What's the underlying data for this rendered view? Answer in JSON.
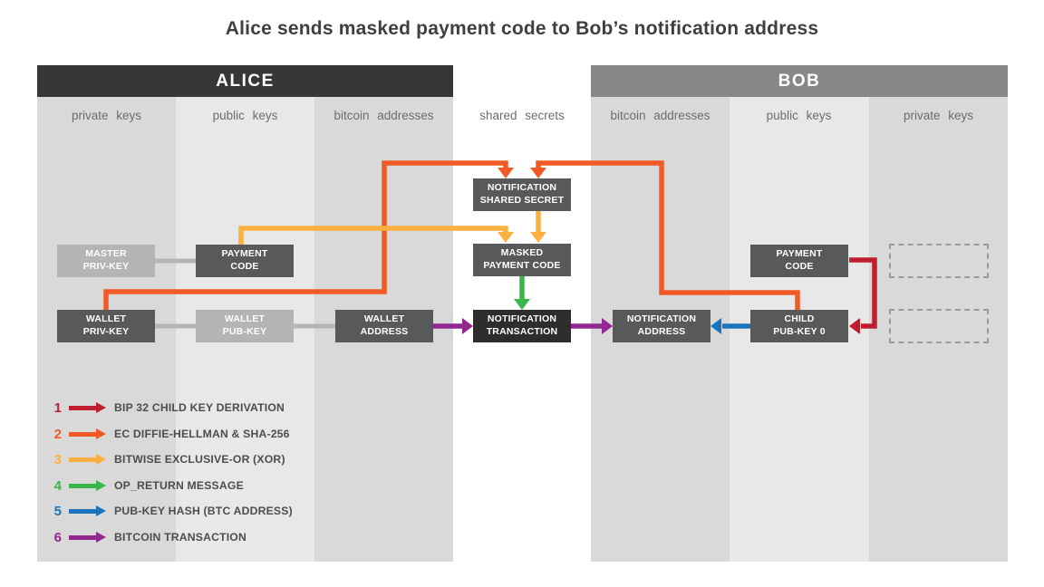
{
  "title": "Alice sends masked payment code to Bob’s notification address",
  "colors": {
    "red": "#be1e2d",
    "orange": "#f15a24",
    "yellow": "#fbb040",
    "green": "#39b54a",
    "blue": "#1c75bc",
    "purple": "#92278f",
    "box_dark": "#58595b",
    "box_darkest": "#2d2d2d",
    "box_light": "#b4b4b6",
    "connector": "#b5b5b5",
    "alice_header_bg": "#373737",
    "bob_header_bg": "#878787",
    "column_dark": "#d9d9d9",
    "column_light": "#e8e8e8",
    "dashed_border": "#9b9b9b"
  },
  "alice": {
    "header": "ALICE",
    "columns": [
      "private keys",
      "public keys",
      "bitcoin addresses"
    ]
  },
  "bob": {
    "header": "BOB",
    "columns": [
      "bitcoin addresses",
      "public keys",
      "private keys"
    ]
  },
  "middle_column_label": "shared secrets",
  "boxes": {
    "master_priv_key": "MASTER\nPRIV-KEY",
    "payment_code_alice": "PAYMENT\nCODE",
    "wallet_priv_key": "WALLET\nPRIV-KEY",
    "wallet_pub_key": "WALLET\nPUB-KEY",
    "wallet_address": "WALLET\nADDRESS",
    "notification_shared_secret": "NOTIFICATION\nSHARED SECRET",
    "masked_payment_code": "MASKED\nPAYMENT CODE",
    "notification_transaction": "NOTIFICATION\nTRANSACTION",
    "notification_address": "NOTIFICATION\nADDRESS",
    "payment_code_bob": "PAYMENT\nCODE",
    "child_pub_key_0": "CHILD\nPUB-KEY 0"
  },
  "legend": {
    "items": [
      {
        "number": "1",
        "label": "BIP 32 CHILD KEY DERIVATION",
        "color": "#be1e2d"
      },
      {
        "number": "2",
        "label": "EC DIFFIE-HELLMAN & SHA-256",
        "color": "#f15a24"
      },
      {
        "number": "3",
        "label": "BITWISE EXCLUSIVE-OR (XOR)",
        "color": "#fbb040"
      },
      {
        "number": "4",
        "label": "OP_RETURN MESSAGE",
        "color": "#39b54a"
      },
      {
        "number": "5",
        "label": "PUB-KEY HASH (BTC ADDRESS)",
        "color": "#1c75bc"
      },
      {
        "number": "6",
        "label": "BITCOIN TRANSACTION",
        "color": "#92278f"
      }
    ]
  }
}
